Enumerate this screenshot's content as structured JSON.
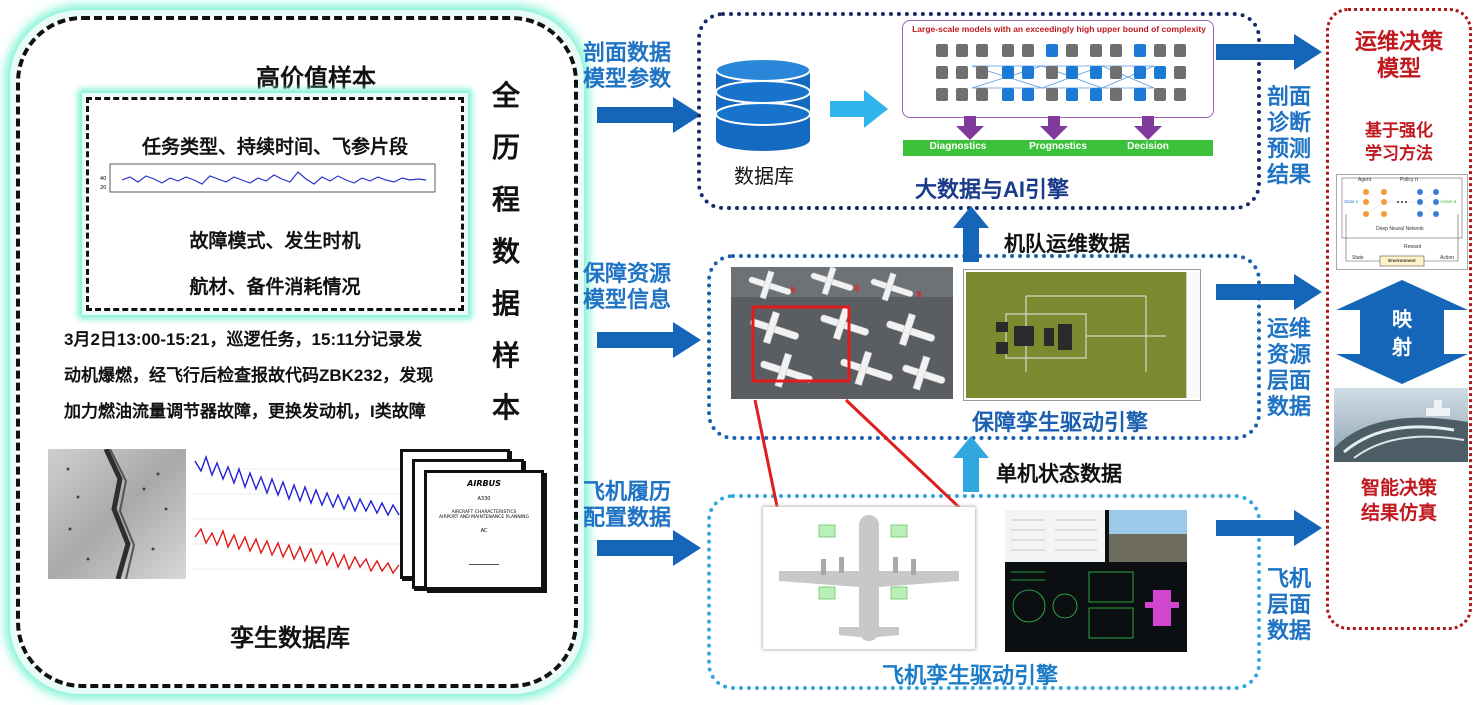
{
  "left": {
    "high_value_title": "高价值样本",
    "sample_line1": "任务类型、持续时间、飞参片段",
    "sample_line2": "故障模式、发生时机",
    "sample_line3": "航材、备件消耗情况",
    "vertical_title": [
      "全",
      "历",
      "程",
      "数",
      "据",
      "样",
      "本"
    ],
    "record_lines": [
      "3月2日13:00-15:21，巡逻任务，15:11分记录发",
      "动机爆燃，经飞行后检查报故代码ZBK232，发现",
      "加力燃油流量调节器故障，更换发动机，I类故障"
    ],
    "twin_db_title": "孪生数据库",
    "doc_brand": "AIRBUS",
    "doc_model": "A330",
    "doc_title1": "AIRCRAFT CHARACTERISTICS",
    "doc_title2": "AIRPORT AND MAINTENANCE PLANNING",
    "doc_code": "AC"
  },
  "inputs": {
    "section_model": [
      "剖面数据",
      "模型参数"
    ],
    "support_model": [
      "保障资源",
      "模型信息"
    ],
    "aircraft_config": [
      "飞机履历",
      "配置数据"
    ]
  },
  "top": {
    "db_label": "数据库",
    "ai_banner": "Large-scale models with an exceedingly high upper bound of complexity",
    "bars": [
      "Diagnostics",
      "Prognostics",
      "Decision"
    ],
    "engine_title": "大数据与AI引擎"
  },
  "middle": {
    "fleet_label": "机队运维数据",
    "engine_title": "保障孪生驱动引擎"
  },
  "bottom": {
    "state_label": "单机状态数据",
    "engine_title": "飞机孪生驱动引擎"
  },
  "outputs": {
    "section_result": [
      "剖面",
      "诊断",
      "预测",
      "结果"
    ],
    "resource_data": [
      "运维",
      "资源",
      "层面",
      "数据"
    ],
    "aircraft_data": [
      "飞机",
      "层面",
      "数据"
    ]
  },
  "right": {
    "title": [
      "运维决策",
      "模型"
    ],
    "rl_method": [
      "基于强化",
      "学习方法"
    ],
    "rl_labels": {
      "agent": "Agent",
      "policy": "Policy π",
      "state": "State s",
      "action": "Action a",
      "dnn": "Deep Neural Network",
      "reward": "Reward",
      "state2": "State",
      "action2": "Action",
      "env": "Environment"
    },
    "mapping": [
      "映",
      "射"
    ],
    "sim_result": [
      "智能决策",
      "结果仿真"
    ]
  },
  "colors": {
    "dark_navy": "#142a6b",
    "mid_blue": "#1a5fb0",
    "light_blue": "#31a7e0",
    "arrow_blue": "#1566b8",
    "glow_green": "#7ff2d4",
    "red_dash": "#b01818",
    "bar_green": "#3cc23a"
  }
}
